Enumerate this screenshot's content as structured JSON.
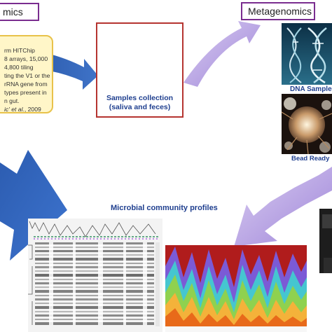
{
  "left_header": {
    "title": "mics"
  },
  "right_header": {
    "title": "Metagenomics"
  },
  "callout": {
    "lines": [
      "rm HITChip",
      "8 arrays, 15,000",
      "4,800 tiling",
      "ting the V1 or the",
      "rRNA gene from",
      "types present in",
      "n gut."
    ],
    "citation_name": "ic' et al.",
    "citation_year": ", 2009"
  },
  "samples_box": {
    "line1": "Samples collection",
    "line2": "(saliva and feces)"
  },
  "photo_labels": {
    "dna": "DNA Sample",
    "bead": "Bead Ready"
  },
  "section_title": "Microbial community profiles",
  "colors": {
    "purple_border": "#7a2d8f",
    "red_border": "#b53430",
    "callout_fill": "#fff6c8",
    "callout_border": "#e8c24a",
    "label_blue": "#1f3f8f",
    "arrow_blue": "#2d5fb5",
    "arrow_lavender": "#b49ce0"
  },
  "icons": [
    "swab-tube-icon",
    "sample-tube-icon",
    "dna-helix-image",
    "bead-image",
    "sequencer-machine-icon"
  ]
}
